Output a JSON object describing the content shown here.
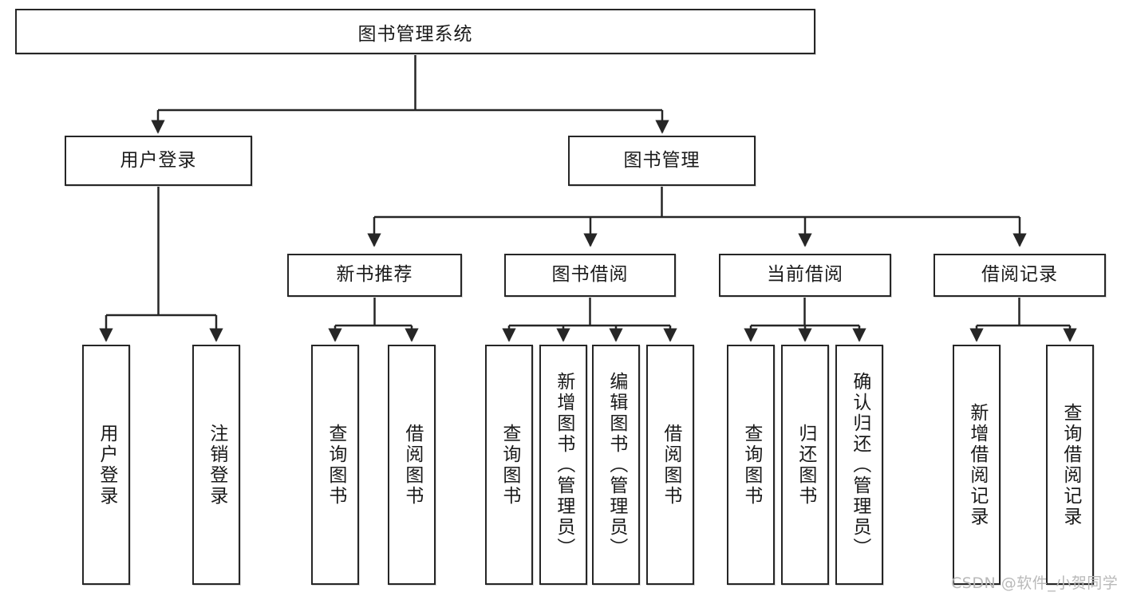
{
  "diagram": {
    "title": "图书管理系统",
    "type": "hierarchy-tree",
    "stroke_color": "#262626",
    "fill_color": "#ffffff",
    "text_color": "#1a1a1a",
    "root": {
      "label": "图书管理系统"
    },
    "level2": [
      {
        "label": "用户登录"
      },
      {
        "label": "图书管理"
      }
    ],
    "level3": [
      {
        "label": "新书推荐"
      },
      {
        "label": "图书借阅"
      },
      {
        "label": "当前借阅"
      },
      {
        "label": "借阅记录"
      }
    ],
    "leaves": {
      "user_login": [
        {
          "label": "用户登录"
        },
        {
          "label": "注销登录"
        }
      ],
      "new_book_recommend": [
        {
          "label": "查询图书"
        },
        {
          "label": "借阅图书"
        }
      ],
      "book_borrow": [
        {
          "label": "查询图书"
        },
        {
          "label": "新增图书（管理员）"
        },
        {
          "label": "编辑图书（管理员）"
        },
        {
          "label": "借阅图书"
        }
      ],
      "current_borrow": [
        {
          "label": "查询图书"
        },
        {
          "label": "归还图书"
        },
        {
          "label": "确认归还（管理员）"
        }
      ],
      "borrow_record": [
        {
          "label": "新增借阅记录"
        },
        {
          "label": "查询借阅记录"
        }
      ]
    }
  },
  "watermark": {
    "text": "CSDN @软件_小贺同学"
  }
}
